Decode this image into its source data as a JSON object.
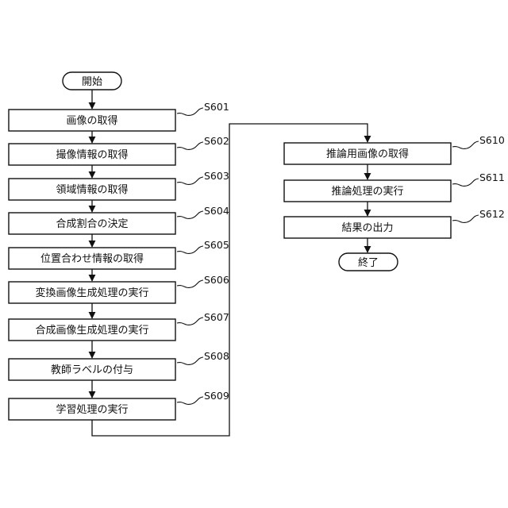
{
  "start_label": "開始",
  "end_label": "終了",
  "left_column": [
    {
      "text": "画像の取得",
      "step": "S601"
    },
    {
      "text": "撮像情報の取得",
      "step": "S602"
    },
    {
      "text": "領域情報の取得",
      "step": "S603"
    },
    {
      "text": "合成割合の決定",
      "step": "S604"
    },
    {
      "text": "位置合わせ情報の取得",
      "step": "S605"
    },
    {
      "text": "変換画像生成処理の実行",
      "step": "S606"
    },
    {
      "text": "合成画像生成処理の実行",
      "step": "S607"
    },
    {
      "text": "教師ラベルの付与",
      "step": "S608"
    },
    {
      "text": "学習処理の実行",
      "step": "S609"
    }
  ],
  "right_column": [
    {
      "text": "推論用画像の取得",
      "step": "S610"
    },
    {
      "text": "推論処理の実行",
      "step": "S611"
    },
    {
      "text": "結果の出力",
      "step": "S612"
    }
  ]
}
